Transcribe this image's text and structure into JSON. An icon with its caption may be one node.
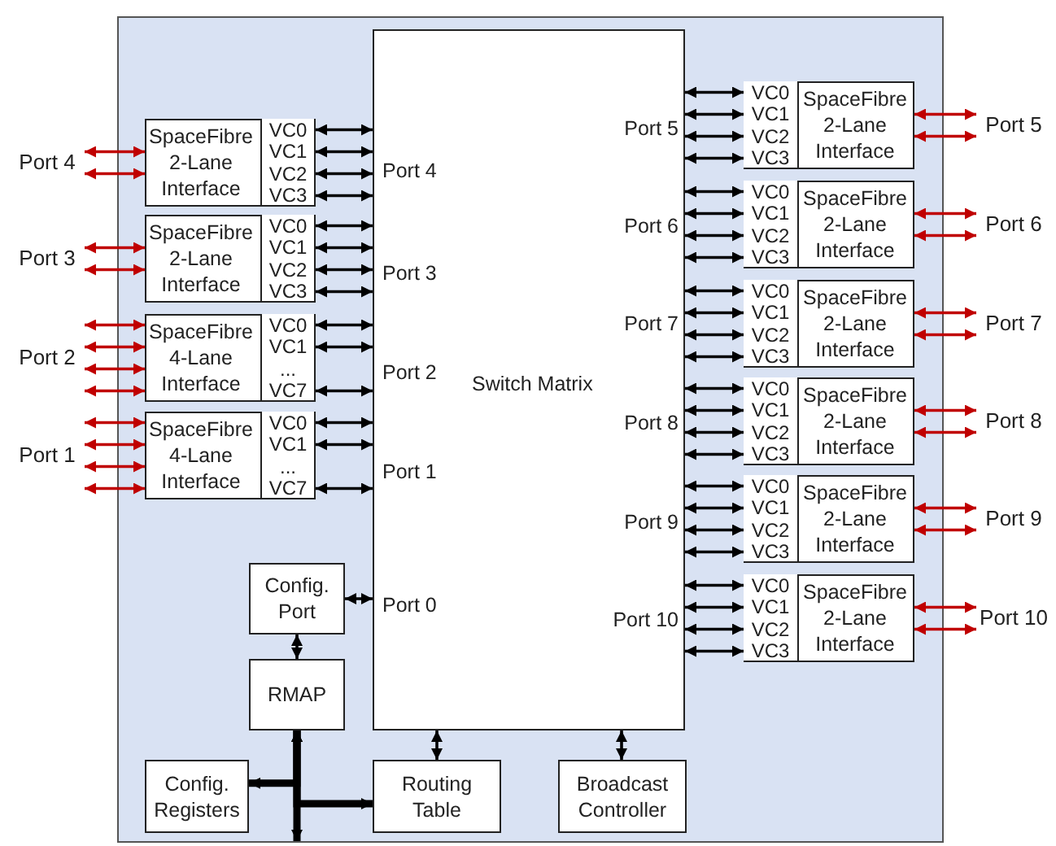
{
  "diagram": {
    "nodes": [
      {
        "text": [],
        "shape": "box"
      },
      {
        "text": [
          "Port 5",
          "Port 4",
          "Port 6",
          "Port 3",
          "Port 7",
          "Port 2",
          "Switch Matrix",
          "Port 8",
          "Port 1",
          "Port 9",
          "Port 0",
          "Port 10"
        ],
        "in": 0
      },
      {
        "text": [
          "SpaceFibre 2-Lane Interface"
        ],
        "in": 0
      },
      {
        "text": [
          "VC0"
        ],
        "in": 2
      },
      {
        "text": [
          "VC1"
        ],
        "in": 2
      },
      {
        "text": [
          "VC2"
        ],
        "in": 2
      },
      {
        "text": [
          "VC3"
        ],
        "in": 2
      },
      {
        "text": [
          "SpaceFibre 2-Lane Interface"
        ],
        "in": 0
      },
      {
        "text": [
          "VC0"
        ],
        "in": 7
      },
      {
        "text": [
          "VC1"
        ],
        "in": 7
      },
      {
        "text": [
          "VC2"
        ],
        "in": 7
      },
      {
        "text": [
          "VC3"
        ],
        "in": 7
      },
      {
        "text": [
          "SpaceFibre 4-Lane Interface"
        ],
        "in": 0
      },
      {
        "text": [
          "VC0"
        ],
        "in": 12
      },
      {
        "text": [
          "VC1"
        ],
        "in": 12
      },
      {
        "text": [
          "..."
        ],
        "in": 12
      },
      {
        "text": [
          "VC7"
        ],
        "in": 12
      },
      {
        "text": [
          "SpaceFibre 4-Lane Interface"
        ],
        "in": 0
      },
      {
        "text": [
          "VC0"
        ],
        "in": 17
      },
      {
        "text": [
          "VC1"
        ],
        "in": 17
      },
      {
        "text": [
          "..."
        ],
        "in": 17
      },
      {
        "text": [
          "VC7"
        ],
        "in": 17
      },
      {
        "text": [
          "SpaceFibre 2-Lane Interface"
        ],
        "in": 0
      },
      {
        "text": [
          "VC0"
        ],
        "in": 22
      },
      {
        "text": [
          "VC1"
        ],
        "in": 22
      },
      {
        "text": [
          "VC2"
        ],
        "in": 22
      },
      {
        "text": [
          "VC3"
        ],
        "in": 22
      },
      {
        "text": [
          "SpaceFibre 2-Lane Interface"
        ],
        "in": 0
      },
      {
        "text": [
          "VC0"
        ],
        "in": 27
      },
      {
        "text": [
          "VC1"
        ],
        "in": 27
      },
      {
        "text": [
          "VC2"
        ],
        "in": 27
      },
      {
        "text": [
          "VC3"
        ],
        "in": 27
      },
      {
        "text": [
          "SpaceFibre 2-Lane Interface"
        ],
        "in": 0
      },
      {
        "text": [
          "VC0"
        ],
        "in": 32
      },
      {
        "text": [
          "VC1"
        ],
        "in": 32
      },
      {
        "text": [
          "VC2"
        ],
        "in": 32
      },
      {
        "text": [
          "VC3"
        ],
        "in": 32
      },
      {
        "text": [
          "SpaceFibre 2-Lane Interface"
        ],
        "in": 0
      },
      {
        "text": [
          "VC0"
        ],
        "in": 37
      },
      {
        "text": [
          "VC1"
        ],
        "in": 37
      },
      {
        "text": [
          "VC2"
        ],
        "in": 37
      },
      {
        "text": [
          "VC3"
        ],
        "in": 37
      },
      {
        "text": [
          "SpaceFibre 2-Lane Interface"
        ],
        "in": 0
      },
      {
        "text": [
          "VC0"
        ],
        "in": 42
      },
      {
        "text": [
          "VC1"
        ],
        "in": 42
      },
      {
        "text": [
          "VC2"
        ],
        "in": 42
      },
      {
        "text": [
          "VC3"
        ],
        "in": 42
      },
      {
        "text": [
          "SpaceFibre 2-Lane Interface"
        ],
        "in": 0
      },
      {
        "text": [
          "VC0"
        ],
        "in": 47
      },
      {
        "text": [
          "VC1"
        ],
        "in": 47
      },
      {
        "text": [
          "VC2"
        ],
        "in": 47
      },
      {
        "text": [
          "VC3"
        ],
        "in": 47
      },
      {
        "text": [
          "Config. Port"
        ],
        "in": 0
      },
      {
        "text": [
          "RMAP"
        ],
        "in": 0
      },
      {
        "text": [
          "Config. Registers"
        ],
        "in": 0
      },
      {
        "text": [
          "Routing Table"
        ],
        "in": 0
      },
      {
        "text": [
          "Broadcast Controller"
        ],
        "in": 0
      },
      {
        "text": [
          "Port 4"
        ]
      },
      {
        "text": [
          "Port 3"
        ]
      },
      {
        "text": [
          "Port 2"
        ]
      },
      {
        "text": [
          "Port 1"
        ]
      },
      {
        "text": [
          "Port 5"
        ]
      },
      {
        "text": [
          "Port 6"
        ]
      },
      {
        "text": [
          "Port 7"
        ]
      },
      {
        "text": [
          "Port 8"
        ]
      },
      {
        "text": [
          "Port 9"
        ]
      },
      {
        "text": [
          "Port 10"
        ]
      }
    ],
    "edges": [
      {
        "from": 3,
        "to": 1,
        "arrow": "both"
      },
      {
        "from": 4,
        "to": 1,
        "arrow": "both"
      },
      {
        "from": 5,
        "to": 1,
        "arrow": "both"
      },
      {
        "from": 6,
        "to": 1,
        "arrow": "both"
      },
      {
        "from": 8,
        "to": 1,
        "arrow": "both"
      },
      {
        "from": 9,
        "to": 1,
        "arrow": "both"
      },
      {
        "from": 10,
        "to": 1,
        "arrow": "both"
      },
      {
        "from": 11,
        "to": 1,
        "arrow": "both"
      },
      {
        "from": 13,
        "to": 1,
        "arrow": "both"
      },
      {
        "from": 14,
        "to": 1,
        "arrow": "both"
      },
      {
        "from": 16,
        "to": 1,
        "arrow": "both"
      },
      {
        "from": 18,
        "to": 1,
        "arrow": "both"
      },
      {
        "from": 19,
        "to": 1,
        "arrow": "both"
      },
      {
        "from": 21,
        "to": 1,
        "arrow": "both"
      },
      {
        "from": 23,
        "to": 1,
        "arrow": "both"
      },
      {
        "from": 24,
        "to": 1,
        "arrow": "both"
      },
      {
        "from": 25,
        "to": 1,
        "arrow": "both"
      },
      {
        "from": 26,
        "to": 1,
        "arrow": "both"
      },
      {
        "from": 28,
        "to": 1,
        "arrow": "both"
      },
      {
        "from": 29,
        "to": 1,
        "arrow": "both"
      },
      {
        "from": 30,
        "to": 1,
        "arrow": "both"
      },
      {
        "from": 31,
        "to": 1,
        "arrow": "both"
      },
      {
        "from": 33,
        "to": 1,
        "arrow": "both"
      },
      {
        "from": 34,
        "to": 1,
        "arrow": "both"
      },
      {
        "from": 35,
        "to": 1,
        "arrow": "both"
      },
      {
        "from": 36,
        "to": 1,
        "arrow": "both"
      },
      {
        "from": 38,
        "to": 1,
        "arrow": "both"
      },
      {
        "from": 39,
        "to": 1,
        "arrow": "both"
      },
      {
        "from": 40,
        "to": 1,
        "arrow": "both"
      },
      {
        "from": 41,
        "to": 1,
        "arrow": "both"
      },
      {
        "from": 43,
        "to": 1,
        "arrow": "both"
      },
      {
        "from": 44,
        "to": 1,
        "arrow": "both"
      },
      {
        "from": 45,
        "to": 1,
        "arrow": "both"
      },
      {
        "from": 46,
        "to": 1,
        "arrow": "both"
      },
      {
        "from": 48,
        "to": 1,
        "arrow": "both"
      },
      {
        "from": 49,
        "to": 1,
        "arrow": "both"
      },
      {
        "from": 50,
        "to": 1,
        "arrow": "both"
      },
      {
        "from": 51,
        "to": 1,
        "arrow": "both"
      },
      {
        "from": 2,
        "to": 57,
        "arrow": "both",
        "color": "#c00000"
      },
      {
        "from": 2,
        "to": 57,
        "arrow": "both",
        "color": "#c00000"
      },
      {
        "from": 7,
        "to": 58,
        "arrow": "both",
        "color": "#c00000"
      },
      {
        "from": 7,
        "to": 58,
        "arrow": "both",
        "color": "#c00000"
      },
      {
        "from": 12,
        "to": 59,
        "arrow": "both",
        "color": "#c00000"
      },
      {
        "from": 12,
        "to": 59,
        "arrow": "both",
        "color": "#c00000"
      },
      {
        "from": 12,
        "to": 59,
        "arrow": "both",
        "color": "#c00000"
      },
      {
        "from": 12,
        "to": 59,
        "arrow": "both",
        "color": "#c00000"
      },
      {
        "from": 17,
        "to": 60,
        "arrow": "both",
        "color": "#c00000"
      },
      {
        "from": 17,
        "to": 60,
        "arrow": "both",
        "color": "#c00000"
      },
      {
        "from": 17,
        "to": 60,
        "arrow": "both",
        "color": "#c00000"
      },
      {
        "from": 17,
        "to": 60,
        "arrow": "both",
        "color": "#c00000"
      },
      {
        "from": 22,
        "to": 61,
        "arrow": "both",
        "color": "#c00000"
      },
      {
        "from": 22,
        "to": 61,
        "arrow": "both",
        "color": "#c00000"
      },
      {
        "from": 27,
        "to": 62,
        "arrow": "both",
        "color": "#c00000"
      },
      {
        "from": 27,
        "to": 62,
        "arrow": "both",
        "color": "#c00000"
      },
      {
        "from": 32,
        "to": 63,
        "arrow": "both",
        "color": "#c00000"
      },
      {
        "from": 32,
        "to": 63,
        "arrow": "both",
        "color": "#c00000"
      },
      {
        "from": 37,
        "to": 64,
        "arrow": "both",
        "color": "#c00000"
      },
      {
        "from": 37,
        "to": 64,
        "arrow": "both",
        "color": "#c00000"
      },
      {
        "from": 42,
        "to": 65,
        "arrow": "both",
        "color": "#c00000"
      },
      {
        "from": 42,
        "to": 65,
        "arrow": "both",
        "color": "#c00000"
      },
      {
        "from": 47,
        "to": 66,
        "arrow": "both",
        "color": "#c00000"
      },
      {
        "from": 47,
        "to": 66,
        "arrow": "both",
        "color": "#c00000"
      },
      {
        "from": 52,
        "to": 1,
        "arrow": "both"
      },
      {
        "from": 52,
        "to": 53,
        "arrow": "both"
      },
      {
        "from": 53,
        "to": 54,
        "arrow": "both",
        "style": "thick"
      },
      {
        "from": 53,
        "to": 55,
        "arrow": "both",
        "style": "thick"
      },
      {
        "from": 53,
        "to": null,
        "arrow": "both",
        "style": "thick"
      },
      {
        "from": 55,
        "to": 1,
        "arrow": "both"
      },
      {
        "from": 56,
        "to": 1,
        "arrow": "both"
      }
    ]
  }
}
